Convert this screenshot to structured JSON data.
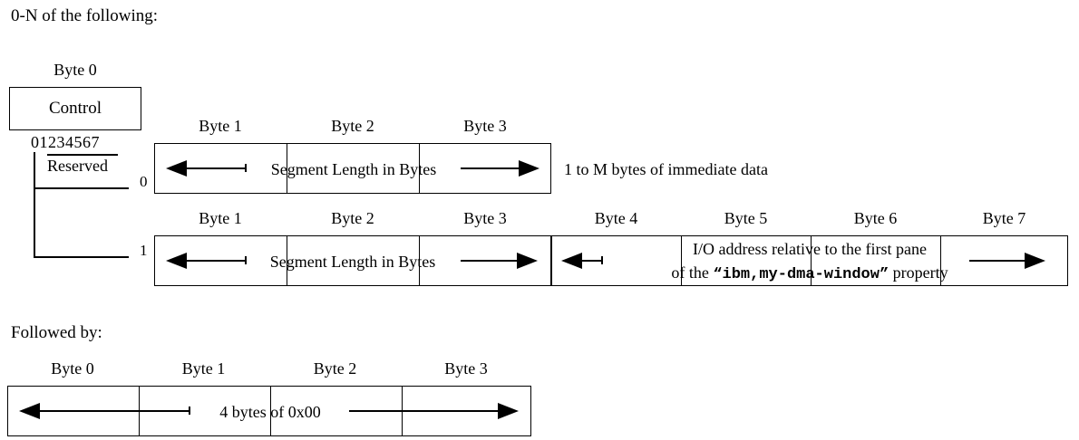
{
  "headings": {
    "top": "0-N of the following:",
    "bottom": "Followed by:"
  },
  "control_field": {
    "byte_label": "Byte 0",
    "name": "Control",
    "bit_numbers": "01234567",
    "reserved_label": "Reserved",
    "bit0_values": [
      "0",
      "1"
    ]
  },
  "segment_rows": [
    {
      "index": "0",
      "byte_labels": [
        "Byte 1",
        "Byte 2",
        "Byte 3"
      ],
      "span_text": "Segment Length in Bytes",
      "note": "1 to M bytes of immediate data"
    },
    {
      "index": "1",
      "byte_labels": [
        "Byte 1",
        "Byte 2",
        "Byte 3",
        "Byte 4",
        "Byte 5",
        "Byte 6",
        "Byte 7"
      ],
      "span_text": "Segment Length in Bytes",
      "address_line1": "I/O address relative to the first pane",
      "address_line2_prefix": "of the ",
      "address_line2_property": "“ibm,my-dma-window”",
      "address_line2_suffix": " property"
    }
  ],
  "trailer": {
    "byte_labels": [
      "Byte 0",
      "Byte 1",
      "Byte 2",
      "Byte 3"
    ],
    "span_text": "4 bytes of 0x00"
  },
  "colors": {
    "stroke": "#000000",
    "background": "#ffffff"
  }
}
